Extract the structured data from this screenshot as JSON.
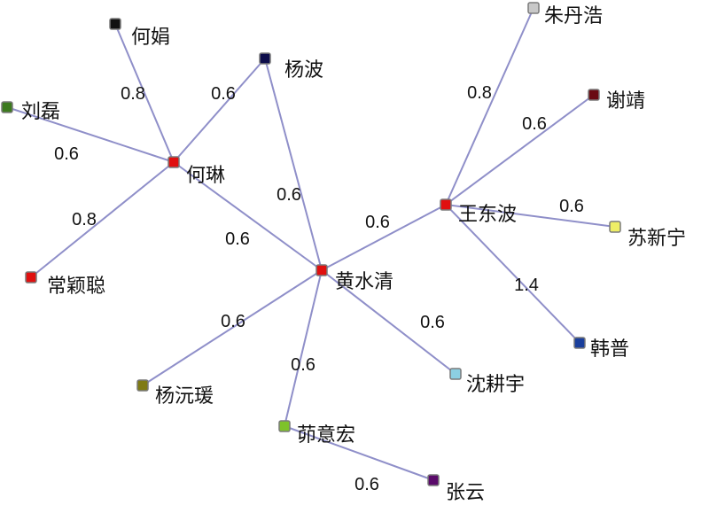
{
  "nodes": [
    {
      "id": "hejuan",
      "name": "何娟",
      "color": "#111111"
    },
    {
      "id": "yangbo",
      "name": "杨波",
      "color": "#0c0c4a"
    },
    {
      "id": "liulei",
      "name": "刘磊",
      "color": "#3c7a1e"
    },
    {
      "id": "helin",
      "name": "何琳",
      "color": "#e01010"
    },
    {
      "id": "changyingcong",
      "name": "常颖聪",
      "color": "#e01010"
    },
    {
      "id": "huangshuiqing",
      "name": "黄水清",
      "color": "#e01010"
    },
    {
      "id": "wangdongbo",
      "name": "王东波",
      "color": "#e01010"
    },
    {
      "id": "zhudanhao",
      "name": "朱丹浩",
      "color": "#c8c8c8"
    },
    {
      "id": "xiejing",
      "name": "谢靖",
      "color": "#6a0b12"
    },
    {
      "id": "suxinning",
      "name": "苏新宁",
      "color": "#eeee66"
    },
    {
      "id": "hanpu",
      "name": "韩普",
      "color": "#1a3f9c"
    },
    {
      "id": "shengengyu",
      "name": "沈耕宇",
      "color": "#8ccfe2"
    },
    {
      "id": "yangyuanyuan",
      "name": "杨沅瑗",
      "color": "#7f7a14"
    },
    {
      "id": "ruyihong",
      "name": "茆意宏",
      "color": "#7ec22a"
    },
    {
      "id": "zhangyun",
      "name": "张云",
      "color": "#5a0a6a"
    }
  ],
  "edges": [
    {
      "source": "hejuan",
      "target": "helin",
      "weight": "0.8"
    },
    {
      "source": "yangbo",
      "target": "helin",
      "weight": "0.6"
    },
    {
      "source": "liulei",
      "target": "helin",
      "weight": "0.6"
    },
    {
      "source": "helin",
      "target": "changyingcong",
      "weight": "0.8"
    },
    {
      "source": "helin",
      "target": "huangshuiqing",
      "weight": "0.6"
    },
    {
      "source": "yangbo",
      "target": "huangshuiqing",
      "weight": "0.6"
    },
    {
      "source": "huangshuiqing",
      "target": "wangdongbo",
      "weight": "0.6"
    },
    {
      "source": "wangdongbo",
      "target": "zhudanhao",
      "weight": "0.8"
    },
    {
      "source": "wangdongbo",
      "target": "xiejing",
      "weight": "0.6"
    },
    {
      "source": "wangdongbo",
      "target": "suxinning",
      "weight": "0.6"
    },
    {
      "source": "wangdongbo",
      "target": "hanpu",
      "weight": "1.4"
    },
    {
      "source": "huangshuiqing",
      "target": "shengengyu",
      "weight": "0.6"
    },
    {
      "source": "huangshuiqing",
      "target": "yangyuanyuan",
      "weight": "0.6"
    },
    {
      "source": "huangshuiqing",
      "target": "ruyihong",
      "weight": "0.6"
    },
    {
      "source": "ruyihong",
      "target": "zhangyun",
      "weight": "0.6"
    }
  ]
}
